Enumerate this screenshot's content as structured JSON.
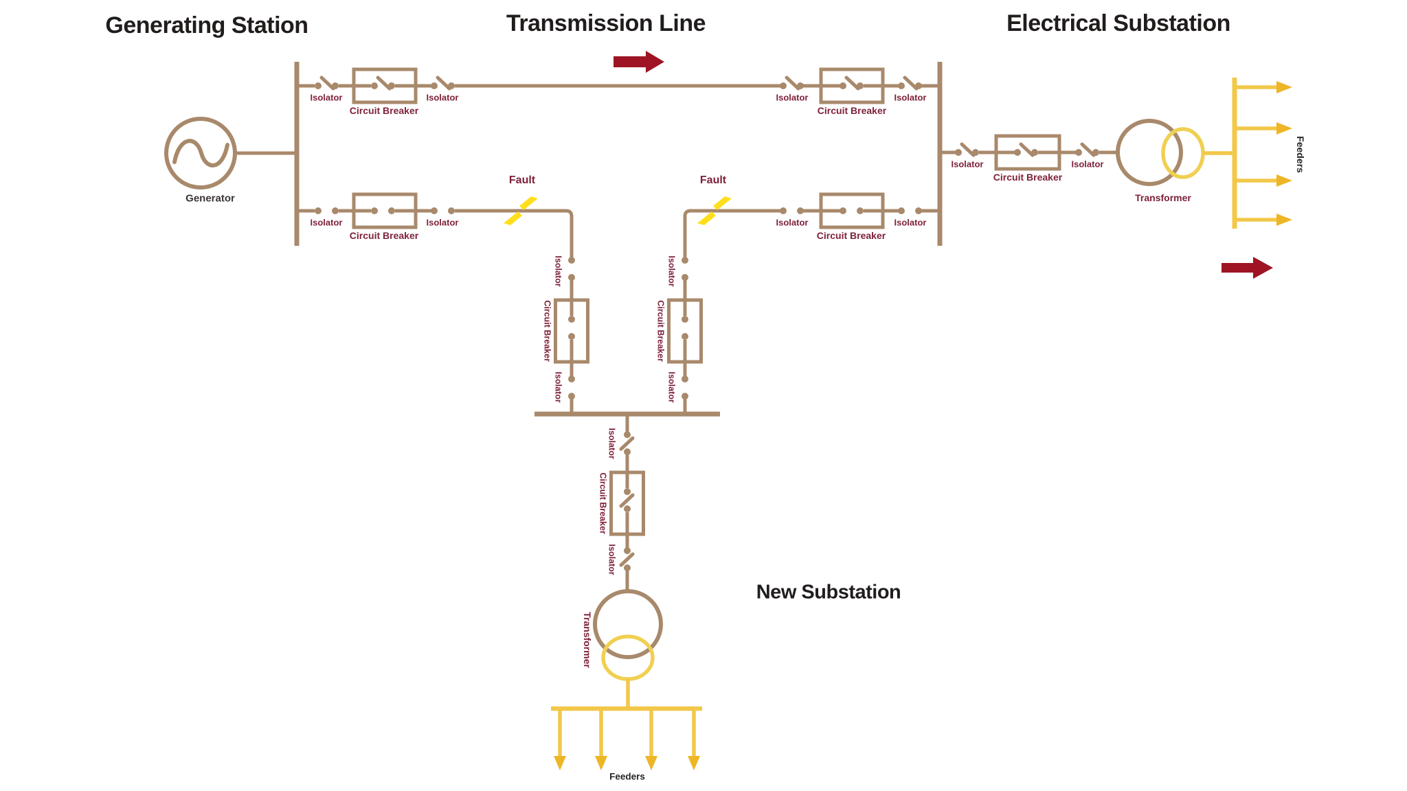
{
  "titles": {
    "generating_station": "Generating Station",
    "transmission_line": "Transmission Line",
    "electrical_substation": "Electrical Substation",
    "new_substation": "New Substation"
  },
  "labels": {
    "generator": "Generator",
    "isolator": "Isolator",
    "circuit_breaker": "Circuit Breaker",
    "fault": "Fault",
    "transformer": "Transformer",
    "feeders": "Feeders"
  },
  "colors": {
    "wire_tan": "#a8896b",
    "label_maroon": "#7e2139",
    "heading_black": "#201d1c",
    "fault_bolt_yellow": "#ffdf1b",
    "feeder_gold": "#f2c84a",
    "feeder_arrowhead_gold": "#eeb526",
    "transformer_secondary_yellow": "#f0d052",
    "flow_arrow_dark_red": "#9e1424",
    "background": "#ffffff"
  },
  "icons": {
    "generator_symbol": "circle-with-sine-wave",
    "isolator_open": "dot-gap-dot switch",
    "isolator_blade": "dot-slash-dot switch",
    "circuit_breaker_symbol": "rectangle enclosing switch",
    "transformer_symbol": "two-overlapping-circles",
    "fault_symbol": "yellow-lightning-bolt",
    "flow_arrow": "dark-red-right-arrow",
    "feeder_arrow": "gold-arrow"
  },
  "structure": {
    "sections": [
      {
        "name": "Generating Station",
        "components": [
          "Generator",
          "busbar",
          "line 1: Isolator / Circuit Breaker / Isolator",
          "line 2 (faulted): Isolator / Circuit Breaker / Isolator"
        ]
      },
      {
        "name": "Transmission Line",
        "components": [
          "upper healthy line with power-flow arrow",
          "lower faulted line with two Fault lightning bolts"
        ]
      },
      {
        "name": "Electrical Substation",
        "components": [
          "busbar",
          "Isolator / Circuit Breaker / Isolator",
          "Transformer",
          "4 outgoing Feeders",
          "power-flow arrow"
        ]
      },
      {
        "name": "New Substation",
        "components": [
          "two incoming branches each with Isolator / Circuit Breaker / Isolator",
          "busbar",
          "Isolator / Circuit Breaker / Isolator",
          "Transformer",
          "4 outgoing Feeders"
        ]
      }
    ],
    "counts": {
      "isolator_labels": 16,
      "circuit_breaker_labels": 8,
      "fault_labels": 2,
      "transformer_labels": 2,
      "feeders_labels": 2,
      "generator_labels": 1,
      "feeder_arrows_right": 4,
      "feeder_arrows_bottom": 4,
      "flow_arrows": 2
    }
  }
}
